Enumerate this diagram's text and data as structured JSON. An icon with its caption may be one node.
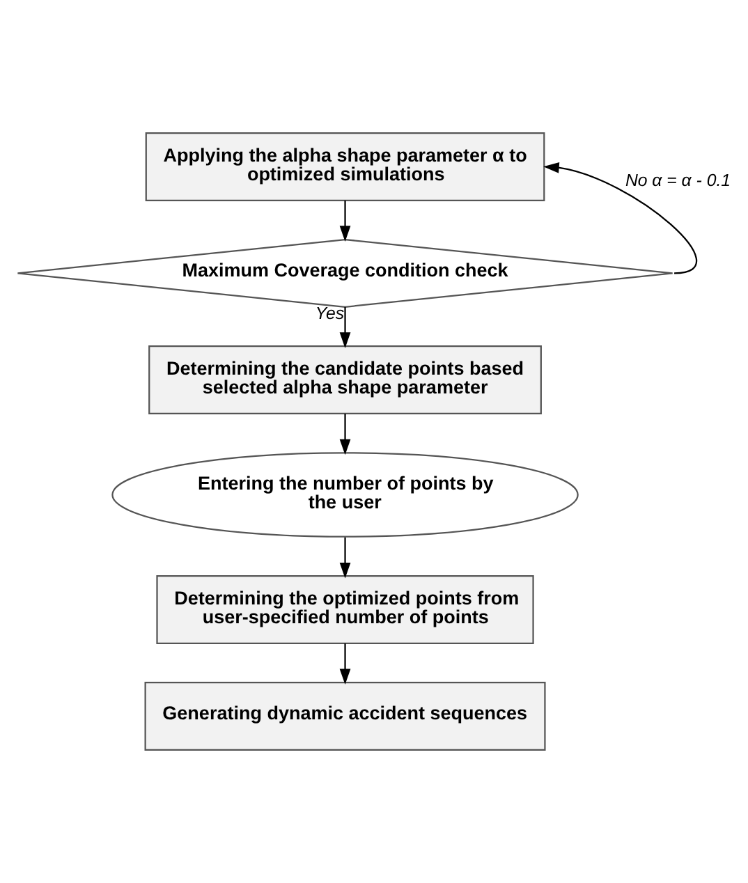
{
  "diagram": {
    "nodes": [
      {
        "text": [
          "Applying the alpha shape parameter α to optimized simulations"
        ]
      },
      {
        "text": [
          "Maximum Coverage condition check"
        ]
      },
      {
        "text": [
          "Determining the candidate points based selected alpha shape parameter"
        ]
      },
      {
        "text": [
          "Entering the number of points by the user"
        ]
      },
      {
        "text": [
          "Determining the optimized points from user-specified number of points"
        ]
      },
      {
        "text": [
          "Generating dynamic accident sequences"
        ]
      }
    ],
    "edges": [
      {
        "from": 0,
        "to": 1,
        "arrow": "to"
      },
      {
        "from": 1,
        "to": 0,
        "arrow": "to",
        "label": "No α = α - 0.1"
      },
      {
        "from": 1,
        "to": 2,
        "arrow": "to",
        "label": "Yes"
      },
      {
        "from": 2,
        "to": 3,
        "arrow": "to"
      },
      {
        "from": 3,
        "to": 4,
        "arrow": "to"
      },
      {
        "from": 4,
        "to": 5,
        "arrow": "to"
      }
    ]
  }
}
